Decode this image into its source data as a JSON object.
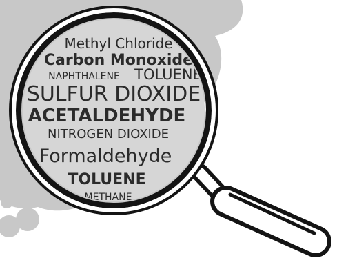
{
  "colors": {
    "smoke": "#c8c8c8",
    "lens_fill": "#d6d6d6",
    "outline": "#141414",
    "handle_fill": "#ffffff",
    "text": "#2b2b2b"
  },
  "words": [
    {
      "text": "Methyl Chloride"
    },
    {
      "text": "Carbon Monoxide"
    },
    {
      "text": "NAPHTHALENE"
    },
    {
      "text": "TOLUENE"
    },
    {
      "text": "SULFUR DIOXIDE"
    },
    {
      "text": "ACETALDEHYDE"
    },
    {
      "text": "NITROGEN DIOXIDE"
    },
    {
      "text": "Formaldehyde"
    },
    {
      "text": "TOLUENE"
    },
    {
      "text": "METHANE"
    }
  ]
}
